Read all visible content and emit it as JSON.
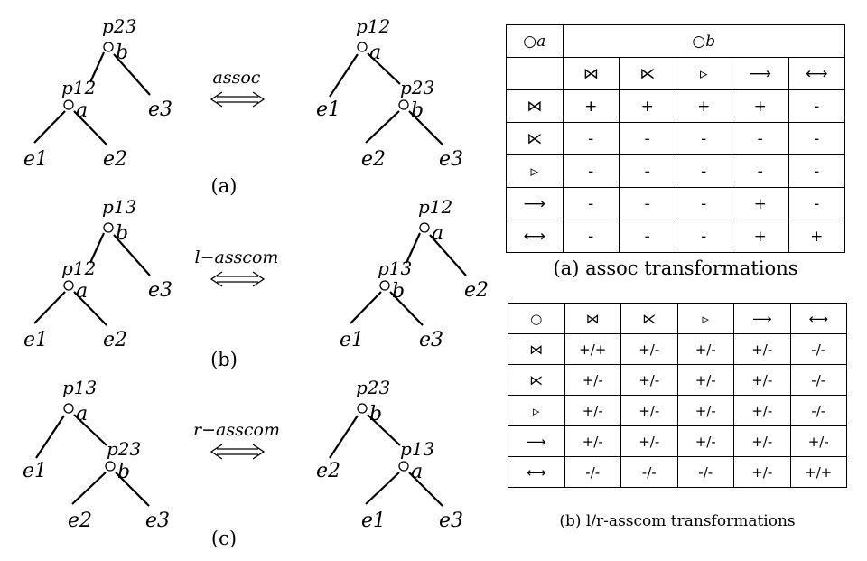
{
  "trees": {
    "a": {
      "left": {
        "root_p": "p23",
        "root_op": "b",
        "inner_p": "p12",
        "inner_op": "a",
        "leaf1": "e1",
        "leaf2": "e2",
        "leaf3": "e3"
      },
      "right": {
        "root_p": "p12",
        "root_op": "a",
        "inner_p": "p23",
        "inner_op": "b",
        "leaf1": "e1",
        "leaf2": "e2",
        "leaf3": "e3"
      },
      "arrow_label": "assoc",
      "sub_label": "(a)"
    },
    "b": {
      "left": {
        "root_p": "p13",
        "root_op": "b",
        "inner_p": "p12",
        "inner_op": "a",
        "leaf1": "e1",
        "leaf2": "e2",
        "leaf3": "e3"
      },
      "right": {
        "root_p": "p12",
        "root_op": "a",
        "inner_p": "p13",
        "inner_op": "b",
        "leaf1": "e1",
        "leaf2": "e3",
        "leaf3": "e2"
      },
      "arrow_label": "l−asscom",
      "sub_label": "(b)"
    },
    "c": {
      "left": {
        "root_p": "p13",
        "root_op": "a",
        "inner_p": "p23",
        "inner_op": "b",
        "leaf1": "e1",
        "leaf2": "e2",
        "leaf3": "e3"
      },
      "right": {
        "root_p": "p23",
        "root_op": "b",
        "inner_p": "p13",
        "inner_op": "a",
        "leaf1": "e2",
        "leaf2": "e1",
        "leaf3": "e3"
      },
      "arrow_label": "r−asscom",
      "sub_label": "(c)"
    }
  },
  "table_a": {
    "corner": "○a",
    "col_group": "○b",
    "columns": [
      "⋈",
      "⋉",
      "▹",
      "⟶",
      "⟷"
    ],
    "rows": [
      {
        "op": "⋈",
        "cells": [
          "+",
          "+",
          "+",
          "+",
          "-"
        ]
      },
      {
        "op": "⋉",
        "cells": [
          "-",
          "-",
          "-",
          "-",
          "-"
        ]
      },
      {
        "op": "▹",
        "cells": [
          "-",
          "-",
          "-",
          "-",
          "-"
        ]
      },
      {
        "op": "⟶",
        "cells": [
          "-",
          "-",
          "-",
          "+",
          "-"
        ]
      },
      {
        "op": "⟷",
        "cells": [
          "-",
          "-",
          "-",
          "+",
          "+"
        ]
      }
    ],
    "caption": "(a) assoc transformations"
  },
  "table_b": {
    "corner": "○",
    "columns": [
      "⋈",
      "⋉",
      "▹",
      "⟶",
      "⟷"
    ],
    "rows": [
      {
        "op": "⋈",
        "cells": [
          "+/+",
          "+/-",
          "+/-",
          "+/-",
          "-/-"
        ]
      },
      {
        "op": "⋉",
        "cells": [
          "+/-",
          "+/-",
          "+/-",
          "+/-",
          "-/-"
        ]
      },
      {
        "op": "▹",
        "cells": [
          "+/-",
          "+/-",
          "+/-",
          "+/-",
          "-/-"
        ]
      },
      {
        "op": "⟶",
        "cells": [
          "+/-",
          "+/-",
          "+/-",
          "+/-",
          "+/-"
        ]
      },
      {
        "op": "⟷",
        "cells": [
          "-/-",
          "-/-",
          "-/-",
          "+/-",
          "+/+"
        ]
      }
    ],
    "caption": "(b) l/r-asscom transformations"
  }
}
